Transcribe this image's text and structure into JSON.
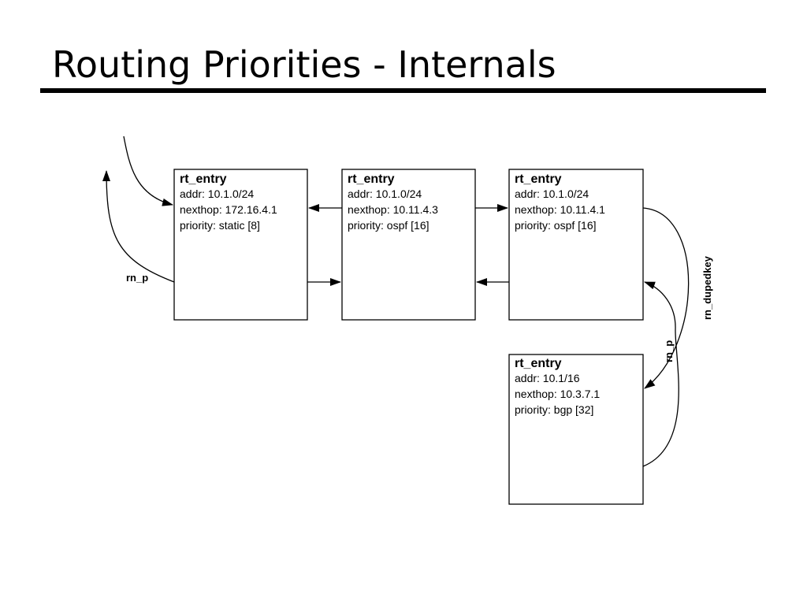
{
  "title": "Routing Priorities - Internals",
  "entries": [
    {
      "heading": "rt_entry",
      "addr": "addr: 10.1.0/24",
      "nexthop": "nexthop: 172.16.4.1",
      "priority": "priority: static [8]"
    },
    {
      "heading": "rt_entry",
      "addr": "addr: 10.1.0/24",
      "nexthop": "nexthop: 10.11.4.3",
      "priority": "priority: ospf [16]"
    },
    {
      "heading": "rt_entry",
      "addr": "addr: 10.1.0/24",
      "nexthop": "nexthop: 10.11.4.1",
      "priority": "priority: ospf [16]"
    },
    {
      "heading": "rt_entry",
      "addr": "addr: 10.1/16",
      "nexthop": "nexthop: 10.3.7.1",
      "priority": "priority: bgp [32]"
    }
  ],
  "labels": {
    "rn_p_left": "rn_p",
    "rn_p_right": "rn_p",
    "rn_dupedkey": "rn_dupedkey"
  }
}
